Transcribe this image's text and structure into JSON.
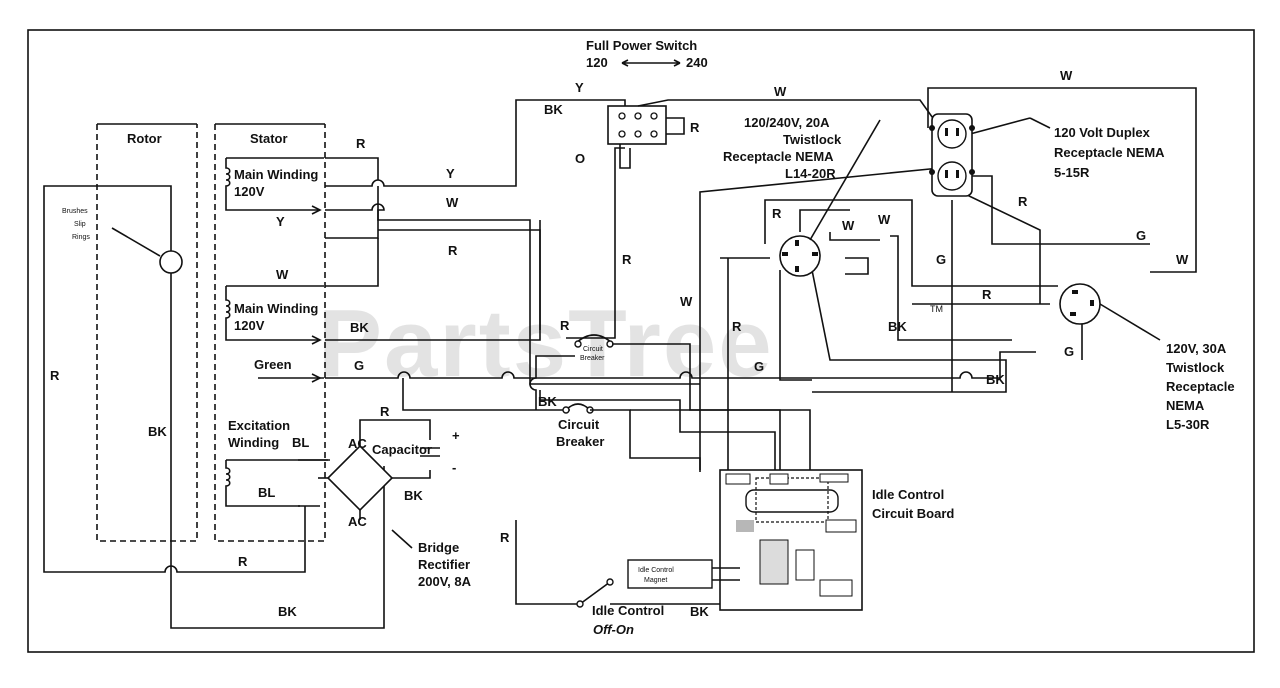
{
  "switch": {
    "title": "Full Power Switch",
    "left": "120",
    "right": "240"
  },
  "rotor": {
    "title": "Rotor",
    "brushes": [
      "Brushes",
      "Slip",
      "Rings"
    ]
  },
  "stator": {
    "title": "Stator",
    "winding_name": "Main Winding",
    "winding_voltage": "120V"
  },
  "ground": {
    "label": "Green"
  },
  "excitation": {
    "line1": "Excitation",
    "line2": "Winding"
  },
  "capacitor": {
    "label": "Capacitor",
    "plus": "+",
    "minus": "-"
  },
  "bridge": {
    "line1": "Bridge",
    "line2": "Rectifier",
    "line3": "200V, 8A",
    "ac": "AC"
  },
  "breaker": {
    "line1": "Circuit",
    "line2": "Breaker",
    "small1": "Circuit",
    "small2": "Breaker"
  },
  "idle_switch": {
    "line1": "Idle Control",
    "line2": "Off-On"
  },
  "idle_magnet": {
    "line1": "Idle Control",
    "line2": "Magnet"
  },
  "idle_board": {
    "line1": "Idle Control",
    "line2": "Circuit Board"
  },
  "l14": {
    "line1": "120/240V, 20A",
    "line2": "Twistlock",
    "line3": "Receptacle NEMA",
    "line4": "L14-20R"
  },
  "duplex": {
    "line1": "120 Volt Duplex",
    "line2": "Receptacle NEMA",
    "line3": "5-15R"
  },
  "l5": {
    "line1": "120V, 30A",
    "line2": "Twistlock",
    "line3": "Receptacle",
    "line4": "NEMA",
    "line5": "L5-30R"
  },
  "wire_codes": {
    "r": "R",
    "bk": "BK",
    "w": "W",
    "y": "Y",
    "g": "G",
    "o": "O",
    "bl": "BL"
  },
  "watermark": "PartsTree",
  "colors": {
    "ink": "#111111",
    "background": "#ffffff",
    "watermark": "#e3e3e3"
  }
}
